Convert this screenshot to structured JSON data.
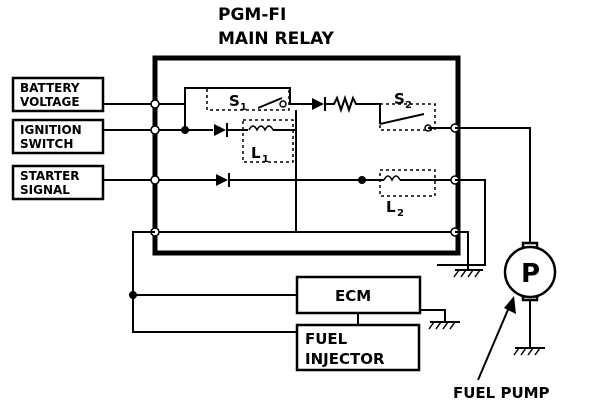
{
  "title": {
    "line1": "PGM-FI",
    "line2": "MAIN RELAY"
  },
  "inputs": [
    {
      "line1": "BATTERY",
      "line2": "VOLTAGE"
    },
    {
      "line1": "IGNITION",
      "line2": "SWITCH"
    },
    {
      "line1": "STARTER",
      "line2": "SIGNAL"
    }
  ],
  "switches": {
    "s1": "S",
    "s1_sub": "1",
    "s2": "S",
    "s2_sub": "2"
  },
  "coils": {
    "l1": "L",
    "l1_sub": "1",
    "l2": "L",
    "l2_sub": "2"
  },
  "ecm": "ECM",
  "injector": {
    "line1": "FUEL",
    "line2": "INJECTOR"
  },
  "pump": {
    "symbol": "P",
    "label": "FUEL PUMP"
  }
}
